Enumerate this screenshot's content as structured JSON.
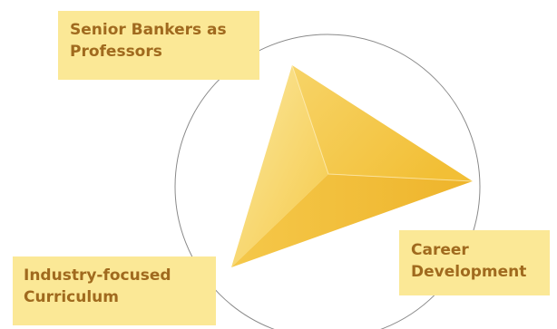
{
  "diagram": {
    "labels": {
      "top": [
        "Senior Bankers as",
        "Professors"
      ],
      "left": [
        "Industry-focused",
        "Curriculum"
      ],
      "right": [
        "Career",
        "Development"
      ]
    },
    "colors": {
      "label_background": "#fbe896",
      "label_text": "#a06a1e",
      "circle_stroke": "#8a8a8a",
      "pyramid_light": "#fbe48a",
      "pyramid_mid": "#f6cd4e",
      "pyramid_dark": "#eeb42b"
    }
  }
}
